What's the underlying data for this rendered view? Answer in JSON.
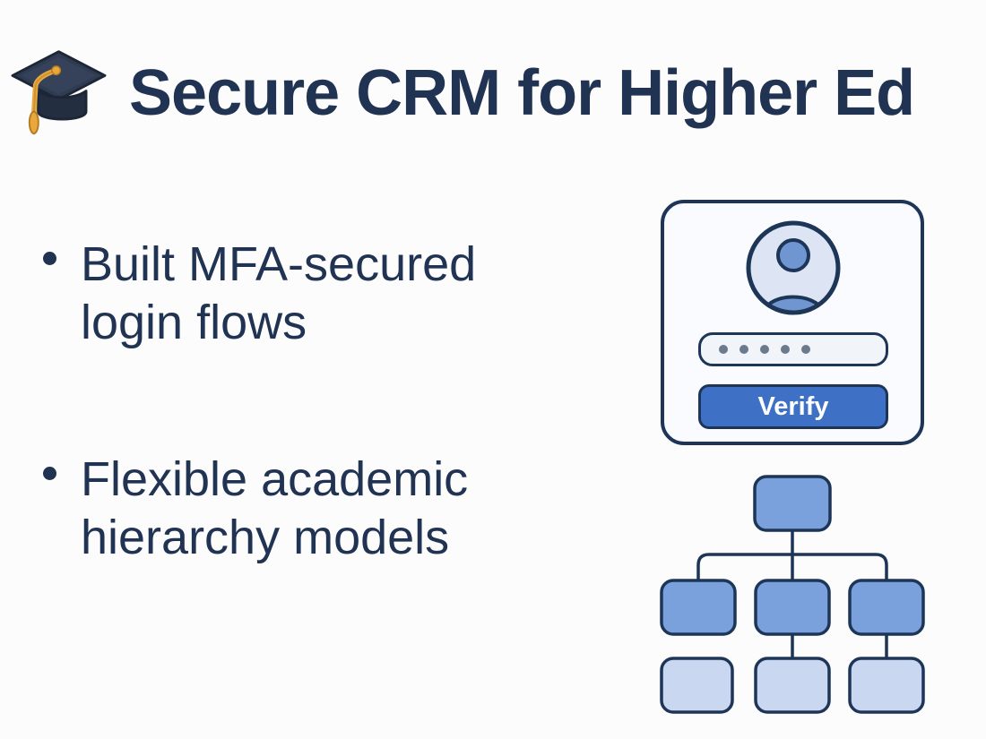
{
  "slide": {
    "title": "Secure CRM for Higher Ed",
    "title_icon": "graduation-cap",
    "bullets": [
      "Built MFA-secured login flows",
      "Flexible academic hierarchy models"
    ],
    "login_card": {
      "password_dots": 5,
      "verify_label": "Verify"
    },
    "hierarchy": {
      "levels": [
        1,
        3,
        3
      ],
      "connected_children": [
        "middle",
        "right"
      ]
    },
    "colors": {
      "background": "#fdfcfc",
      "text_navy": "#213352",
      "outline_navy": "#1d3557",
      "button_blue": "#3e71c5",
      "node_blue": "#7ba1dc",
      "node_light_blue": "#cad7f1",
      "avatar_bg": "#dde4f3",
      "avatar_figure": "#7096d1",
      "password_dot": "#6b7a8d",
      "tassel_gold": "#e8a83e"
    }
  }
}
